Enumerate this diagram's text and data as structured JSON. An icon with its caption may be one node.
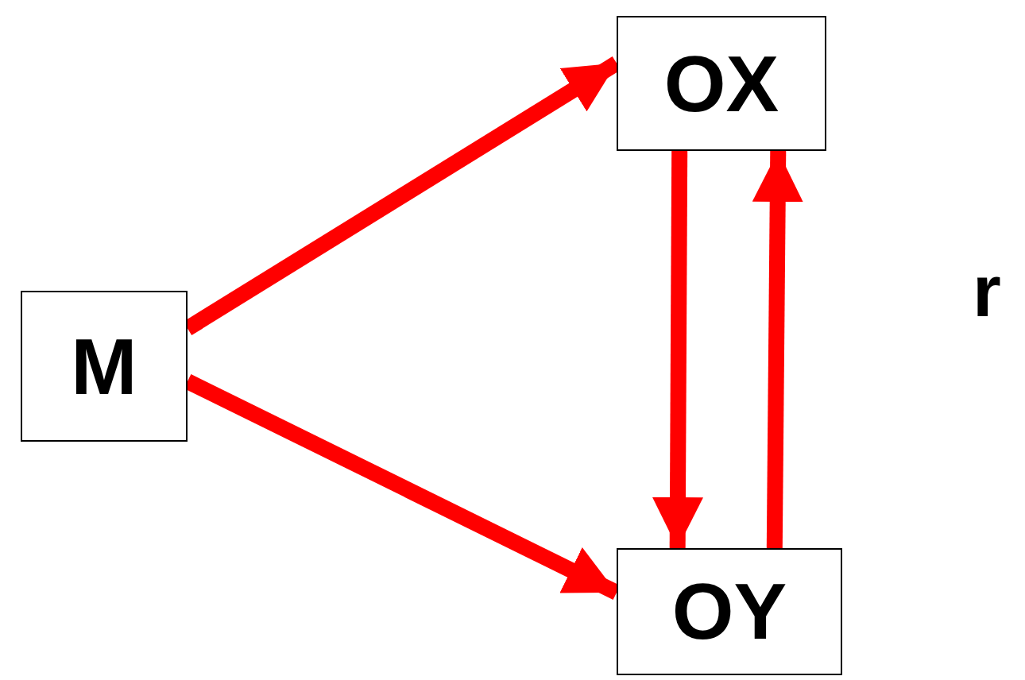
{
  "diagram": {
    "nodes": [
      {
        "text": [
          "M"
        ]
      },
      {
        "text": [
          "OX"
        ]
      },
      {
        "text": [
          "OY"
        ]
      }
    ],
    "edges": [
      {
        "from": 0,
        "to": 1,
        "arrow": "to"
      },
      {
        "from": 0,
        "to": 2,
        "arrow": "to"
      },
      {
        "from": 1,
        "to": 2,
        "arrow": "to"
      },
      {
        "from": 2,
        "to": 1,
        "arrow": "to"
      }
    ],
    "labels": [
      "r"
    ]
  }
}
